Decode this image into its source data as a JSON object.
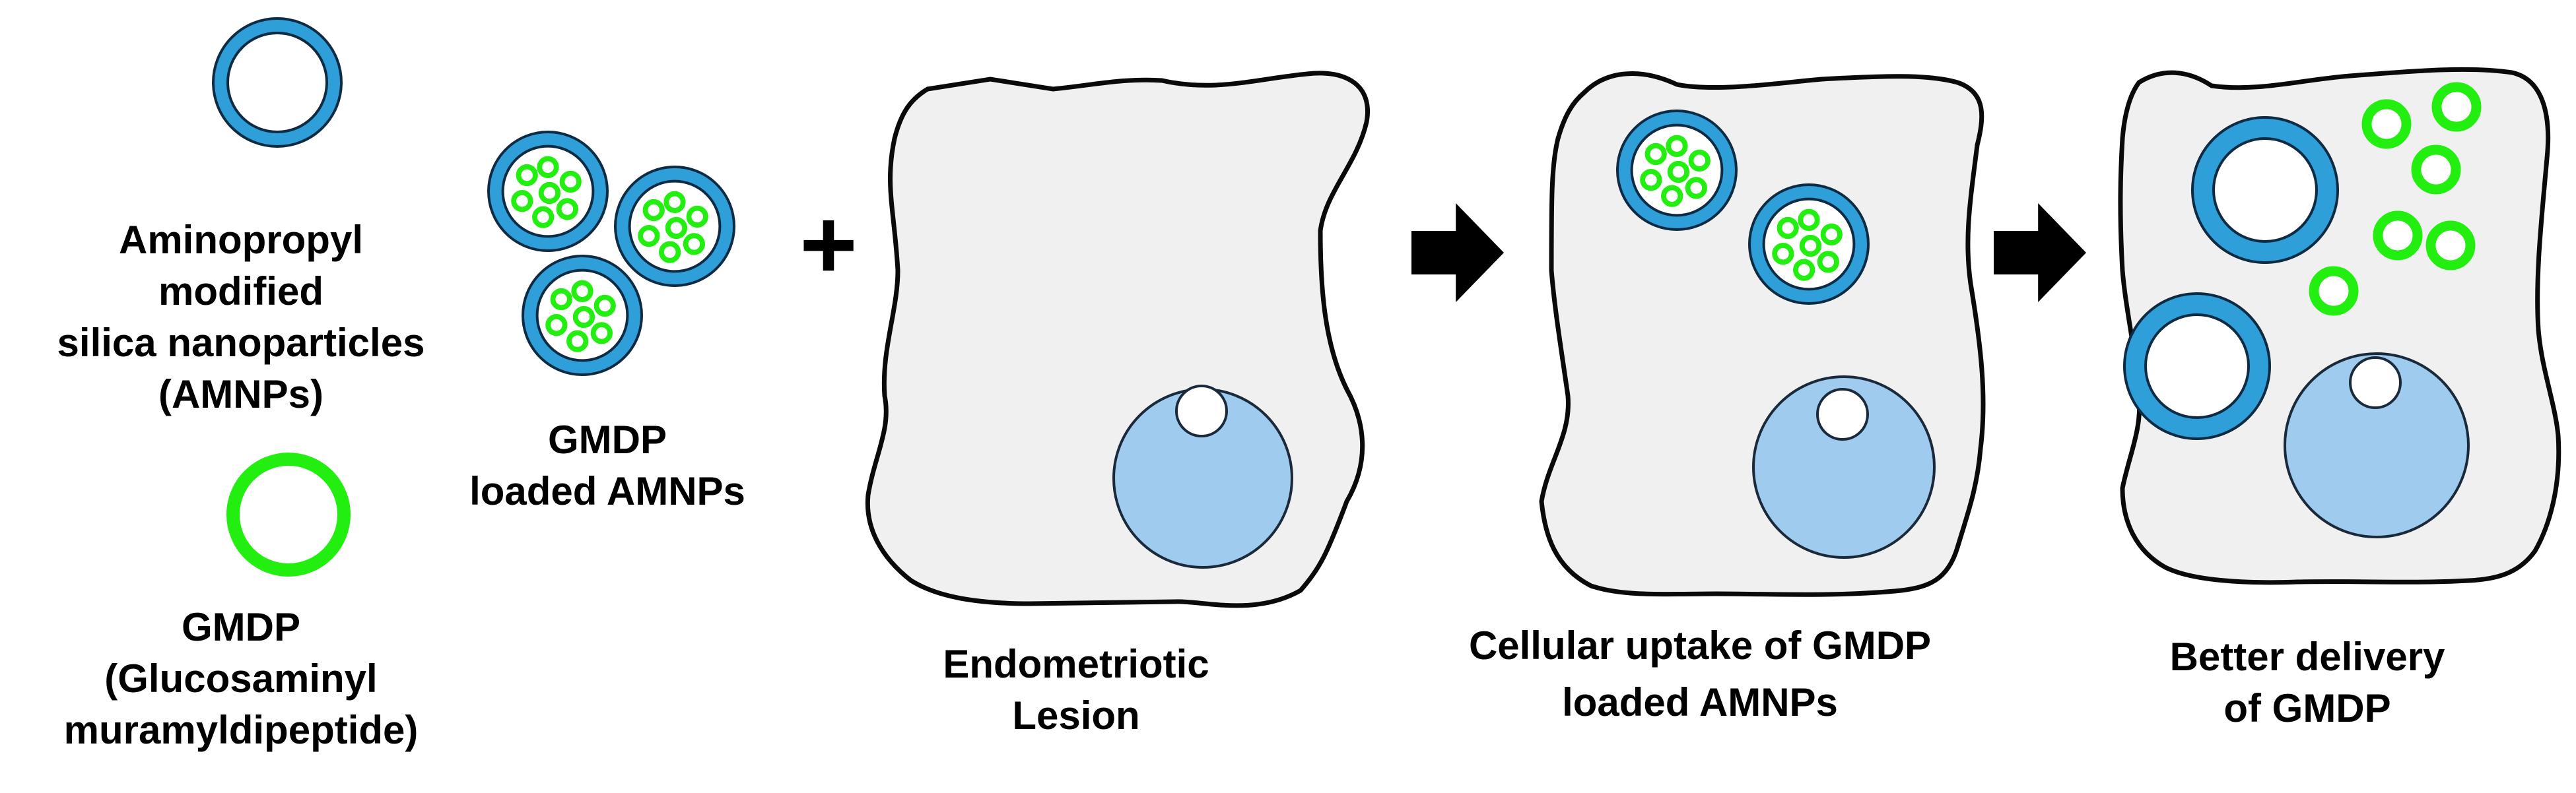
{
  "labels": {
    "amnp": [
      "Aminopropyl",
      "modified",
      "silica nanoparticles",
      "(AMNPs)"
    ],
    "gmdp": [
      "GMDP",
      "(Glucosaminyl",
      "muramyldipeptide)"
    ],
    "loaded": [
      "GMDP",
      "loaded AMNPs"
    ],
    "plus": "+",
    "lesion": [
      "Endometriotic",
      "Lesion"
    ],
    "uptake": [
      "Cellular uptake of GMDP",
      "loaded AMNPs"
    ],
    "delivery": [
      "Better delivery",
      "of GMDP"
    ]
  },
  "colors": {
    "silica": "#2e9fd8",
    "silica_stroke": "#0d2c44",
    "gmdp_ring": "#22ee10",
    "cell_fill": "#f0f0f0",
    "cell_stroke": "#0a0a0a",
    "nucleus": "#9fcbee",
    "arrow": "#000000"
  }
}
